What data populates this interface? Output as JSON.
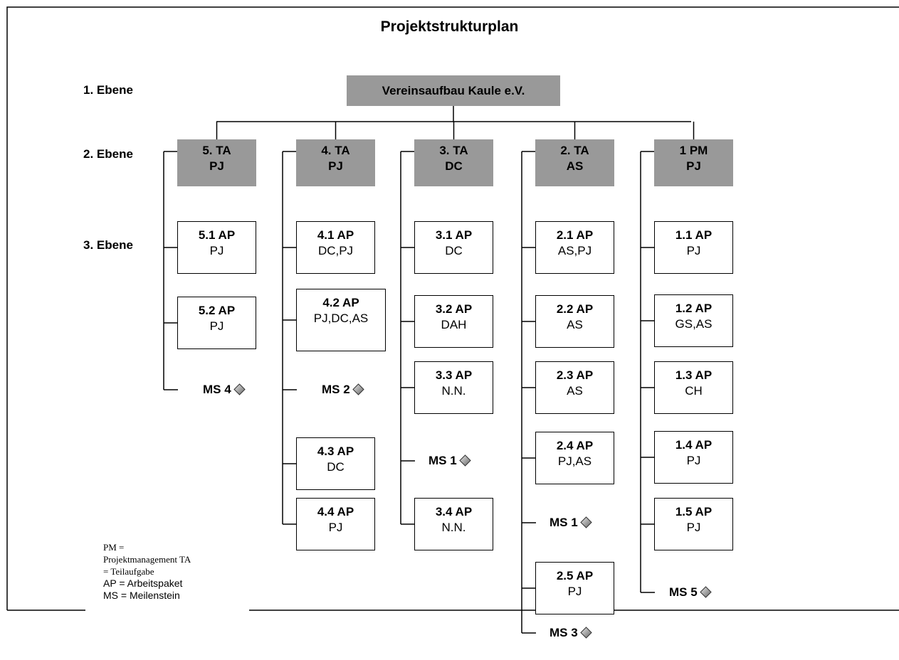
{
  "title": "Projektstrukturplan",
  "levels": [
    "1. Ebene",
    "2. Ebene",
    "3. Ebene"
  ],
  "root": "Vereinsaufbau Kaule e.V.",
  "branches": [
    {
      "head": [
        "5. TA",
        "PJ"
      ],
      "items": [
        {
          "code": "5.1 AP",
          "who": "PJ"
        },
        {
          "code": "5.2 AP",
          "who": "PJ"
        },
        {
          "ms": "MS 4"
        }
      ]
    },
    {
      "head": [
        "4. TA",
        "PJ"
      ],
      "items": [
        {
          "code": "4.1 AP",
          "who": "DC,PJ"
        },
        {
          "code": "4.2 AP",
          "who": "PJ,DC,AS"
        },
        {
          "ms": "MS 2"
        },
        {
          "code": "4.3 AP",
          "who": "DC"
        },
        {
          "code": "4.4 AP",
          "who": "PJ"
        }
      ]
    },
    {
      "head": [
        "3. TA",
        "DC"
      ],
      "items": [
        {
          "code": "3.1 AP",
          "who": "DC"
        },
        {
          "code": "3.2 AP",
          "who": "DAH"
        },
        {
          "code": "3.3 AP",
          "who": "N.N."
        },
        {
          "ms": "MS 1"
        },
        {
          "code": "3.4 AP",
          "who": "N.N."
        }
      ]
    },
    {
      "head": [
        "2. TA",
        "AS"
      ],
      "items": [
        {
          "code": "2.1 AP",
          "who": "AS,PJ"
        },
        {
          "code": "2.2 AP",
          "who": "AS"
        },
        {
          "code": "2.3 AP",
          "who": "AS"
        },
        {
          "code": "2.4 AP",
          "who": "PJ,AS"
        },
        {
          "ms": "MS 1"
        },
        {
          "code": "2.5 AP",
          "who": "PJ"
        },
        {
          "ms": "MS 3"
        }
      ]
    },
    {
      "head": [
        "1 PM",
        "PJ"
      ],
      "items": [
        {
          "code": "1.1 AP",
          "who": "PJ"
        },
        {
          "code": "1.2 AP",
          "who": "GS,AS"
        },
        {
          "code": "1.3 AP",
          "who": "CH"
        },
        {
          "code": "1.4 AP",
          "who": "PJ"
        },
        {
          "code": "1.5 AP",
          "who": "PJ"
        },
        {
          "ms": "MS 5"
        }
      ]
    }
  ],
  "legend": {
    "l1": "PM =",
    "l2": "Projektmanagement  TA",
    "l3": "= Teilaufgabe",
    "l4": "AP = Arbeitspaket",
    "l5": "MS = Meilenstein"
  }
}
